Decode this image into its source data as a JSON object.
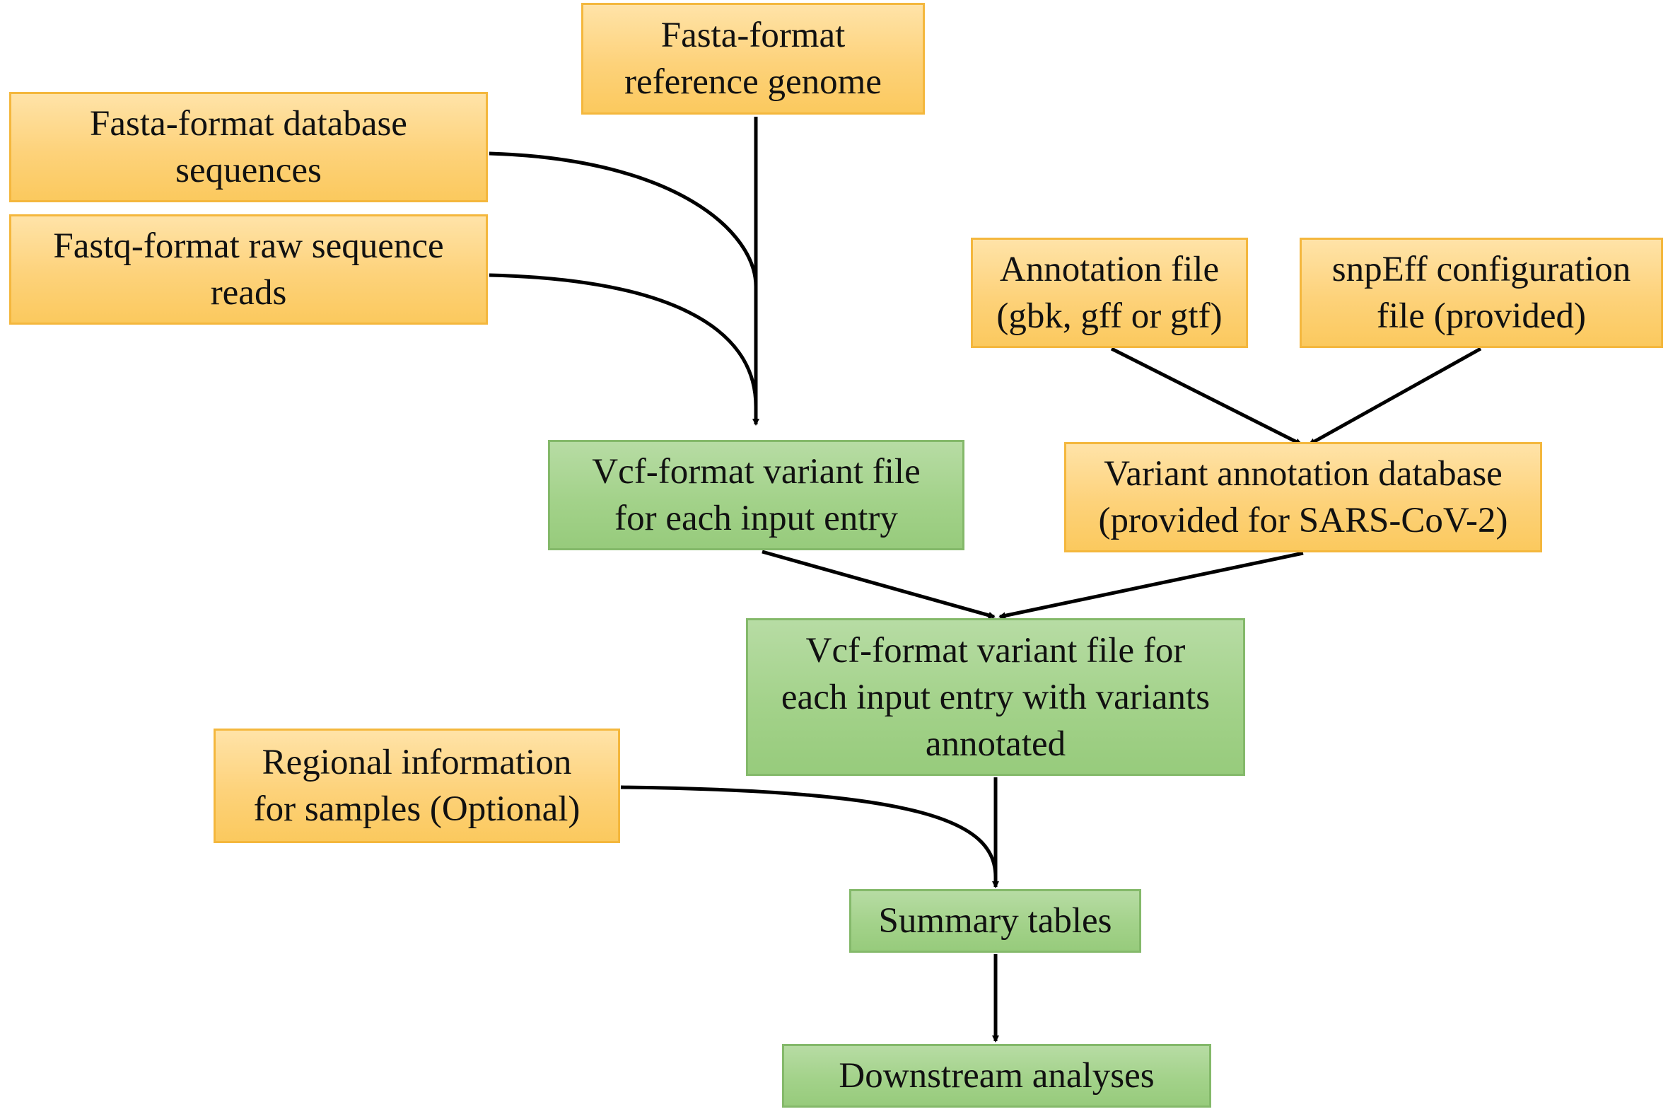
{
  "nodes": {
    "fasta_reference": "Fasta-format\nreference genome",
    "fasta_database": "Fasta-format database\nsequences",
    "fastq_reads": "Fastq-format raw sequence\nreads",
    "annotation_file": "Annotation file\n(gbk, gff or gtf)",
    "snpeff_config": "snpEff configuration\nfile (provided)",
    "vcf_variant": "Vcf-format variant file\nfor each input entry",
    "variant_annotation_db": "Variant annotation database\n(provided for SARS-CoV-2)",
    "vcf_annotated": "Vcf-format variant file for\neach input entry with variants\nannotated",
    "regional_info": "Regional information\nfor samples (Optional)",
    "summary_tables": "Summary tables",
    "downstream": "Downstream analyses"
  },
  "colors": {
    "input_fill": "#fdd27a",
    "input_border": "#f4b73d",
    "output_fill": "#a3d28a",
    "output_border": "#84b96a",
    "arrow": "#000000"
  }
}
